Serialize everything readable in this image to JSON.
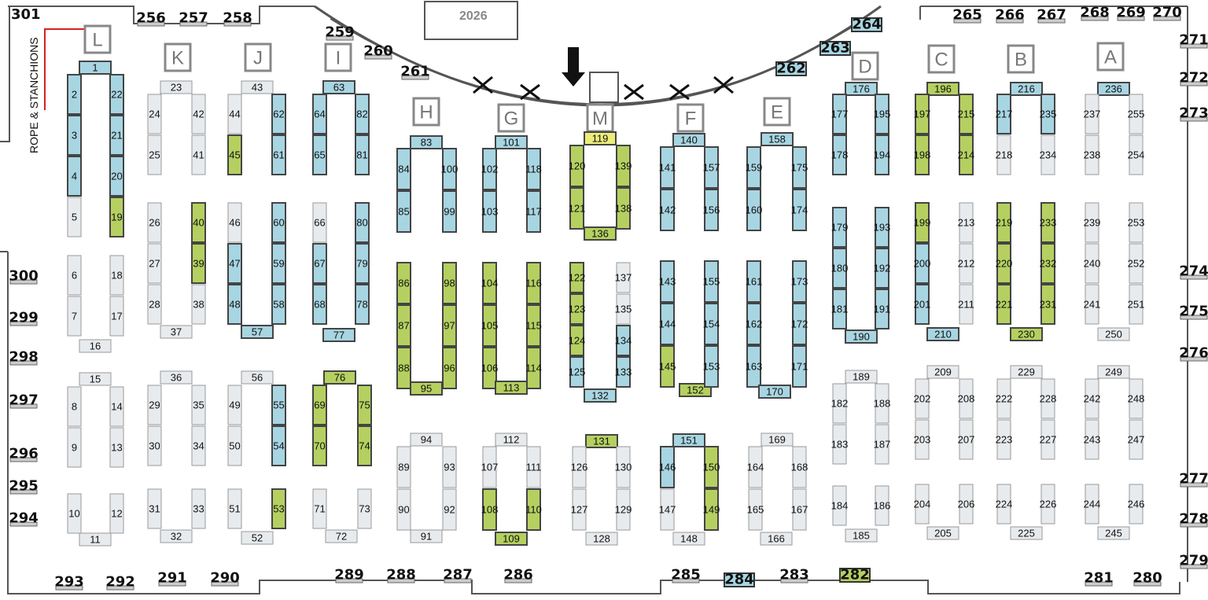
{
  "header": {
    "room_code": "2026",
    "corner_booth": "301"
  },
  "side_note": "ROPE & STANCHIONS",
  "colors": {
    "available": "#e8ebee",
    "blue": "#a8d5e2",
    "green": "#b5d060",
    "yellow": "#ecec7a",
    "outline": "#555555"
  },
  "aisles": [
    "L",
    "K",
    "J",
    "I",
    "H",
    "G",
    "M",
    "F",
    "E",
    "D",
    "C",
    "B",
    "A"
  ],
  "perimeter": {
    "top": [
      "256",
      "257",
      "258",
      "259",
      "260",
      "261",
      "264",
      "263",
      "262",
      "265",
      "266",
      "267",
      "268",
      "269",
      "270"
    ],
    "right": [
      "271",
      "272",
      "273",
      "274",
      "275",
      "276",
      "277",
      "278",
      "279"
    ],
    "left": [
      "300",
      "299",
      "298",
      "297",
      "296",
      "295",
      "294"
    ],
    "bottom": [
      "293",
      "292",
      "291",
      "290",
      "289",
      "288",
      "287",
      "286",
      "285",
      "284",
      "283",
      "282",
      "281",
      "280"
    ]
  },
  "booths": [
    {
      "n": "1",
      "s": "blue"
    },
    {
      "n": "2",
      "s": "blue"
    },
    {
      "n": "3",
      "s": "blue"
    },
    {
      "n": "4",
      "s": "blue"
    },
    {
      "n": "5",
      "s": ""
    },
    {
      "n": "22",
      "s": "blue"
    },
    {
      "n": "21",
      "s": "blue"
    },
    {
      "n": "20",
      "s": "blue"
    },
    {
      "n": "19",
      "s": "green"
    },
    {
      "n": "6",
      "s": ""
    },
    {
      "n": "7",
      "s": ""
    },
    {
      "n": "16",
      "s": ""
    },
    {
      "n": "18",
      "s": ""
    },
    {
      "n": "17",
      "s": ""
    },
    {
      "n": "15",
      "s": ""
    },
    {
      "n": "8",
      "s": ""
    },
    {
      "n": "9",
      "s": ""
    },
    {
      "n": "14",
      "s": ""
    },
    {
      "n": "13",
      "s": ""
    },
    {
      "n": "10",
      "s": ""
    },
    {
      "n": "11",
      "s": ""
    },
    {
      "n": "12",
      "s": ""
    },
    {
      "n": "23",
      "s": ""
    },
    {
      "n": "24",
      "s": ""
    },
    {
      "n": "25",
      "s": ""
    },
    {
      "n": "42",
      "s": ""
    },
    {
      "n": "41",
      "s": ""
    },
    {
      "n": "26",
      "s": ""
    },
    {
      "n": "27",
      "s": ""
    },
    {
      "n": "28",
      "s": ""
    },
    {
      "n": "37",
      "s": ""
    },
    {
      "n": "40",
      "s": "green"
    },
    {
      "n": "39",
      "s": "green"
    },
    {
      "n": "38",
      "s": ""
    },
    {
      "n": "36",
      "s": ""
    },
    {
      "n": "29",
      "s": ""
    },
    {
      "n": "30",
      "s": ""
    },
    {
      "n": "35",
      "s": ""
    },
    {
      "n": "34",
      "s": ""
    },
    {
      "n": "31",
      "s": ""
    },
    {
      "n": "32",
      "s": ""
    },
    {
      "n": "33",
      "s": ""
    },
    {
      "n": "43",
      "s": ""
    },
    {
      "n": "44",
      "s": ""
    },
    {
      "n": "45",
      "s": "green"
    },
    {
      "n": "62",
      "s": "blue"
    },
    {
      "n": "61",
      "s": "blue"
    },
    {
      "n": "46",
      "s": ""
    },
    {
      "n": "47",
      "s": "blue"
    },
    {
      "n": "48",
      "s": "blue"
    },
    {
      "n": "57",
      "s": "blue"
    },
    {
      "n": "60",
      "s": "blue"
    },
    {
      "n": "59",
      "s": "blue"
    },
    {
      "n": "58",
      "s": "blue"
    },
    {
      "n": "56",
      "s": ""
    },
    {
      "n": "49",
      "s": ""
    },
    {
      "n": "50",
      "s": ""
    },
    {
      "n": "55",
      "s": "blue"
    },
    {
      "n": "54",
      "s": "blue"
    },
    {
      "n": "51",
      "s": ""
    },
    {
      "n": "52",
      "s": ""
    },
    {
      "n": "53",
      "s": "green"
    },
    {
      "n": "63",
      "s": "blue"
    },
    {
      "n": "64",
      "s": "blue"
    },
    {
      "n": "65",
      "s": "blue"
    },
    {
      "n": "82",
      "s": "blue"
    },
    {
      "n": "81",
      "s": "blue"
    },
    {
      "n": "66",
      "s": ""
    },
    {
      "n": "67",
      "s": "blue"
    },
    {
      "n": "68",
      "s": "blue"
    },
    {
      "n": "77",
      "s": "blue"
    },
    {
      "n": "80",
      "s": "blue"
    },
    {
      "n": "79",
      "s": "blue"
    },
    {
      "n": "78",
      "s": "blue"
    },
    {
      "n": "76",
      "s": "green"
    },
    {
      "n": "69",
      "s": "green"
    },
    {
      "n": "70",
      "s": "green"
    },
    {
      "n": "75",
      "s": "green"
    },
    {
      "n": "74",
      "s": "green"
    },
    {
      "n": "71",
      "s": ""
    },
    {
      "n": "72",
      "s": ""
    },
    {
      "n": "73",
      "s": ""
    },
    {
      "n": "83",
      "s": "blue"
    },
    {
      "n": "84",
      "s": "blue"
    },
    {
      "n": "85",
      "s": "blue"
    },
    {
      "n": "100",
      "s": "blue"
    },
    {
      "n": "99",
      "s": "blue"
    },
    {
      "n": "86",
      "s": "green"
    },
    {
      "n": "87",
      "s": "green"
    },
    {
      "n": "88",
      "s": "green"
    },
    {
      "n": "95",
      "s": "green"
    },
    {
      "n": "98",
      "s": "green"
    },
    {
      "n": "97",
      "s": "green"
    },
    {
      "n": "96",
      "s": "green"
    },
    {
      "n": "94",
      "s": ""
    },
    {
      "n": "89",
      "s": ""
    },
    {
      "n": "90",
      "s": ""
    },
    {
      "n": "91",
      "s": ""
    },
    {
      "n": "93",
      "s": ""
    },
    {
      "n": "92",
      "s": ""
    },
    {
      "n": "101",
      "s": "blue"
    },
    {
      "n": "102",
      "s": "blue"
    },
    {
      "n": "103",
      "s": "blue"
    },
    {
      "n": "118",
      "s": "blue"
    },
    {
      "n": "117",
      "s": "blue"
    },
    {
      "n": "104",
      "s": "green"
    },
    {
      "n": "105",
      "s": "green"
    },
    {
      "n": "106",
      "s": "green"
    },
    {
      "n": "113",
      "s": "green"
    },
    {
      "n": "116",
      "s": "green"
    },
    {
      "n": "115",
      "s": "green"
    },
    {
      "n": "114",
      "s": "green"
    },
    {
      "n": "112",
      "s": ""
    },
    {
      "n": "107",
      "s": ""
    },
    {
      "n": "108",
      "s": "green"
    },
    {
      "n": "109",
      "s": "green"
    },
    {
      "n": "111",
      "s": ""
    },
    {
      "n": "110",
      "s": "green"
    },
    {
      "n": "119",
      "s": "yellow"
    },
    {
      "n": "120",
      "s": "green"
    },
    {
      "n": "121",
      "s": "green"
    },
    {
      "n": "136",
      "s": "green"
    },
    {
      "n": "139",
      "s": "green"
    },
    {
      "n": "138",
      "s": "green"
    },
    {
      "n": "122",
      "s": "green"
    },
    {
      "n": "123",
      "s": "green"
    },
    {
      "n": "124",
      "s": "green"
    },
    {
      "n": "125",
      "s": "blue"
    },
    {
      "n": "132",
      "s": "blue"
    },
    {
      "n": "137",
      "s": ""
    },
    {
      "n": "135",
      "s": ""
    },
    {
      "n": "134",
      "s": "blue"
    },
    {
      "n": "133",
      "s": "blue"
    },
    {
      "n": "131",
      "s": "green"
    },
    {
      "n": "126",
      "s": ""
    },
    {
      "n": "127",
      "s": ""
    },
    {
      "n": "128",
      "s": ""
    },
    {
      "n": "130",
      "s": ""
    },
    {
      "n": "129",
      "s": ""
    },
    {
      "n": "140",
      "s": "blue"
    },
    {
      "n": "141",
      "s": "blue"
    },
    {
      "n": "142",
      "s": "blue"
    },
    {
      "n": "157",
      "s": "blue"
    },
    {
      "n": "156",
      "s": "blue"
    },
    {
      "n": "143",
      "s": "blue"
    },
    {
      "n": "144",
      "s": "blue"
    },
    {
      "n": "145",
      "s": "green"
    },
    {
      "n": "152",
      "s": "green"
    },
    {
      "n": "155",
      "s": "blue"
    },
    {
      "n": "154",
      "s": "blue"
    },
    {
      "n": "153",
      "s": "blue"
    },
    {
      "n": "151",
      "s": "blue"
    },
    {
      "n": "146",
      "s": "blue"
    },
    {
      "n": "147",
      "s": ""
    },
    {
      "n": "148",
      "s": ""
    },
    {
      "n": "150",
      "s": "green"
    },
    {
      "n": "149",
      "s": "green"
    },
    {
      "n": "158",
      "s": "blue"
    },
    {
      "n": "159",
      "s": "blue"
    },
    {
      "n": "160",
      "s": "blue"
    },
    {
      "n": "175",
      "s": "blue"
    },
    {
      "n": "174",
      "s": "blue"
    },
    {
      "n": "161",
      "s": "blue"
    },
    {
      "n": "162",
      "s": "blue"
    },
    {
      "n": "163",
      "s": "blue"
    },
    {
      "n": "170",
      "s": "blue"
    },
    {
      "n": "173",
      "s": "blue"
    },
    {
      "n": "172",
      "s": "blue"
    },
    {
      "n": "171",
      "s": "blue"
    },
    {
      "n": "169",
      "s": ""
    },
    {
      "n": "164",
      "s": ""
    },
    {
      "n": "165",
      "s": ""
    },
    {
      "n": "166",
      "s": ""
    },
    {
      "n": "168",
      "s": ""
    },
    {
      "n": "167",
      "s": ""
    },
    {
      "n": "176",
      "s": "blue"
    },
    {
      "n": "177",
      "s": "blue"
    },
    {
      "n": "178",
      "s": "blue"
    },
    {
      "n": "195",
      "s": "blue"
    },
    {
      "n": "194",
      "s": "blue"
    },
    {
      "n": "179",
      "s": "blue"
    },
    {
      "n": "180",
      "s": "blue"
    },
    {
      "n": "181",
      "s": "blue"
    },
    {
      "n": "190",
      "s": "blue"
    },
    {
      "n": "193",
      "s": "blue"
    },
    {
      "n": "192",
      "s": "blue"
    },
    {
      "n": "191",
      "s": "blue"
    },
    {
      "n": "189",
      "s": ""
    },
    {
      "n": "182",
      "s": ""
    },
    {
      "n": "183",
      "s": ""
    },
    {
      "n": "188",
      "s": ""
    },
    {
      "n": "187",
      "s": ""
    },
    {
      "n": "184",
      "s": ""
    },
    {
      "n": "185",
      "s": ""
    },
    {
      "n": "186",
      "s": ""
    },
    {
      "n": "196",
      "s": "green"
    },
    {
      "n": "197",
      "s": "green"
    },
    {
      "n": "198",
      "s": "green"
    },
    {
      "n": "215",
      "s": "green"
    },
    {
      "n": "214",
      "s": "green"
    },
    {
      "n": "199",
      "s": "green"
    },
    {
      "n": "200",
      "s": "blue"
    },
    {
      "n": "201",
      "s": "blue"
    },
    {
      "n": "210",
      "s": "blue"
    },
    {
      "n": "213",
      "s": ""
    },
    {
      "n": "212",
      "s": ""
    },
    {
      "n": "211",
      "s": ""
    },
    {
      "n": "209",
      "s": ""
    },
    {
      "n": "202",
      "s": ""
    },
    {
      "n": "203",
      "s": ""
    },
    {
      "n": "208",
      "s": ""
    },
    {
      "n": "207",
      "s": ""
    },
    {
      "n": "204",
      "s": ""
    },
    {
      "n": "205",
      "s": ""
    },
    {
      "n": "206",
      "s": ""
    },
    {
      "n": "216",
      "s": "blue"
    },
    {
      "n": "217",
      "s": "blue"
    },
    {
      "n": "218",
      "s": ""
    },
    {
      "n": "235",
      "s": "blue"
    },
    {
      "n": "234",
      "s": ""
    },
    {
      "n": "219",
      "s": "green"
    },
    {
      "n": "220",
      "s": "green"
    },
    {
      "n": "221",
      "s": "green"
    },
    {
      "n": "230",
      "s": "green"
    },
    {
      "n": "233",
      "s": "green"
    },
    {
      "n": "232",
      "s": "green"
    },
    {
      "n": "231",
      "s": "green"
    },
    {
      "n": "229",
      "s": ""
    },
    {
      "n": "222",
      "s": ""
    },
    {
      "n": "223",
      "s": ""
    },
    {
      "n": "228",
      "s": ""
    },
    {
      "n": "227",
      "s": ""
    },
    {
      "n": "224",
      "s": ""
    },
    {
      "n": "225",
      "s": ""
    },
    {
      "n": "226",
      "s": ""
    },
    {
      "n": "236",
      "s": "blue"
    },
    {
      "n": "237",
      "s": ""
    },
    {
      "n": "238",
      "s": ""
    },
    {
      "n": "255",
      "s": ""
    },
    {
      "n": "254",
      "s": ""
    },
    {
      "n": "239",
      "s": ""
    },
    {
      "n": "240",
      "s": ""
    },
    {
      "n": "241",
      "s": ""
    },
    {
      "n": "250",
      "s": ""
    },
    {
      "n": "253",
      "s": ""
    },
    {
      "n": "252",
      "s": ""
    },
    {
      "n": "251",
      "s": ""
    },
    {
      "n": "249",
      "s": ""
    },
    {
      "n": "242",
      "s": ""
    },
    {
      "n": "243",
      "s": ""
    },
    {
      "n": "248",
      "s": ""
    },
    {
      "n": "247",
      "s": ""
    },
    {
      "n": "244",
      "s": ""
    },
    {
      "n": "245",
      "s": ""
    },
    {
      "n": "246",
      "s": ""
    }
  ]
}
